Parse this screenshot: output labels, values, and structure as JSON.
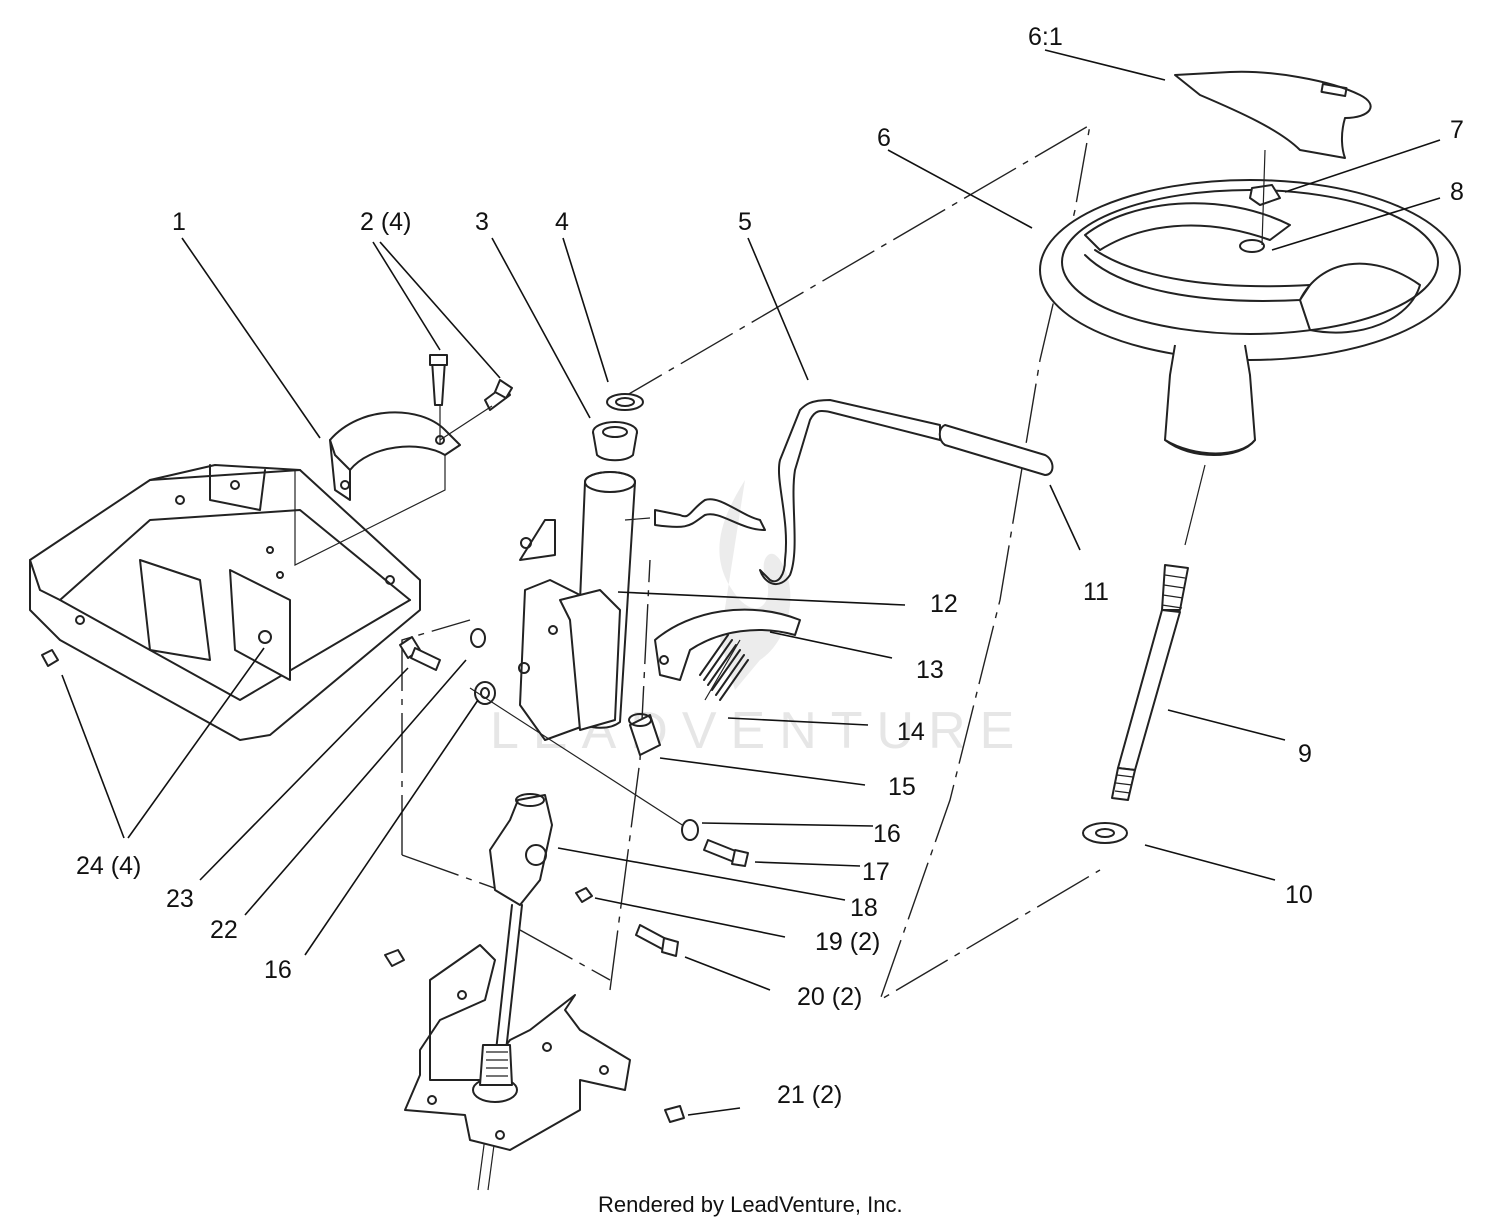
{
  "callouts": {
    "c1": "1",
    "c2": "2 (4)",
    "c3": "3",
    "c4": "4",
    "c5": "5",
    "c6": "6",
    "c6_1": "6:1",
    "c7": "7",
    "c8": "8",
    "c9": "9",
    "c10": "10",
    "c11": "11",
    "c12": "12",
    "c13": "13",
    "c14": "14",
    "c15": "15",
    "c16a": "16",
    "c16b": "16",
    "c17": "17",
    "c18": "18",
    "c19": "19 (2)",
    "c20": "20 (2)",
    "c21": "21 (2)",
    "c22": "22",
    "c23": "23",
    "c24": "24 (4)"
  },
  "watermark": "LEADVENTURE",
  "footer": "Rendered by LeadVenture, Inc."
}
